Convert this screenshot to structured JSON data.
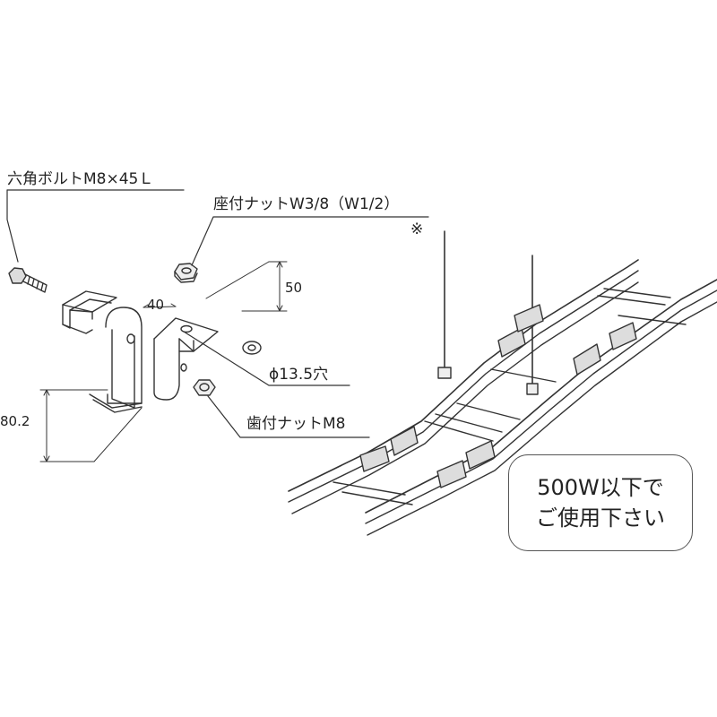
{
  "labels": {
    "hex_bolt": "六角ボルトM8×45Ｌ",
    "seat_nut": "座付ナットW3/8（W1/2）",
    "note_mark": "※",
    "dim_40": "40",
    "dim_50": "50",
    "dim_80_2": "80.2",
    "hole": "ϕ13.5穴",
    "tooth_nut": "歯付ナットM8"
  },
  "note": {
    "line1": "500W以下で",
    "line2": "ご使用下さい"
  },
  "colors": {
    "line": "#333333",
    "fill": "#ffffff",
    "shade": "#d8d8d8"
  }
}
